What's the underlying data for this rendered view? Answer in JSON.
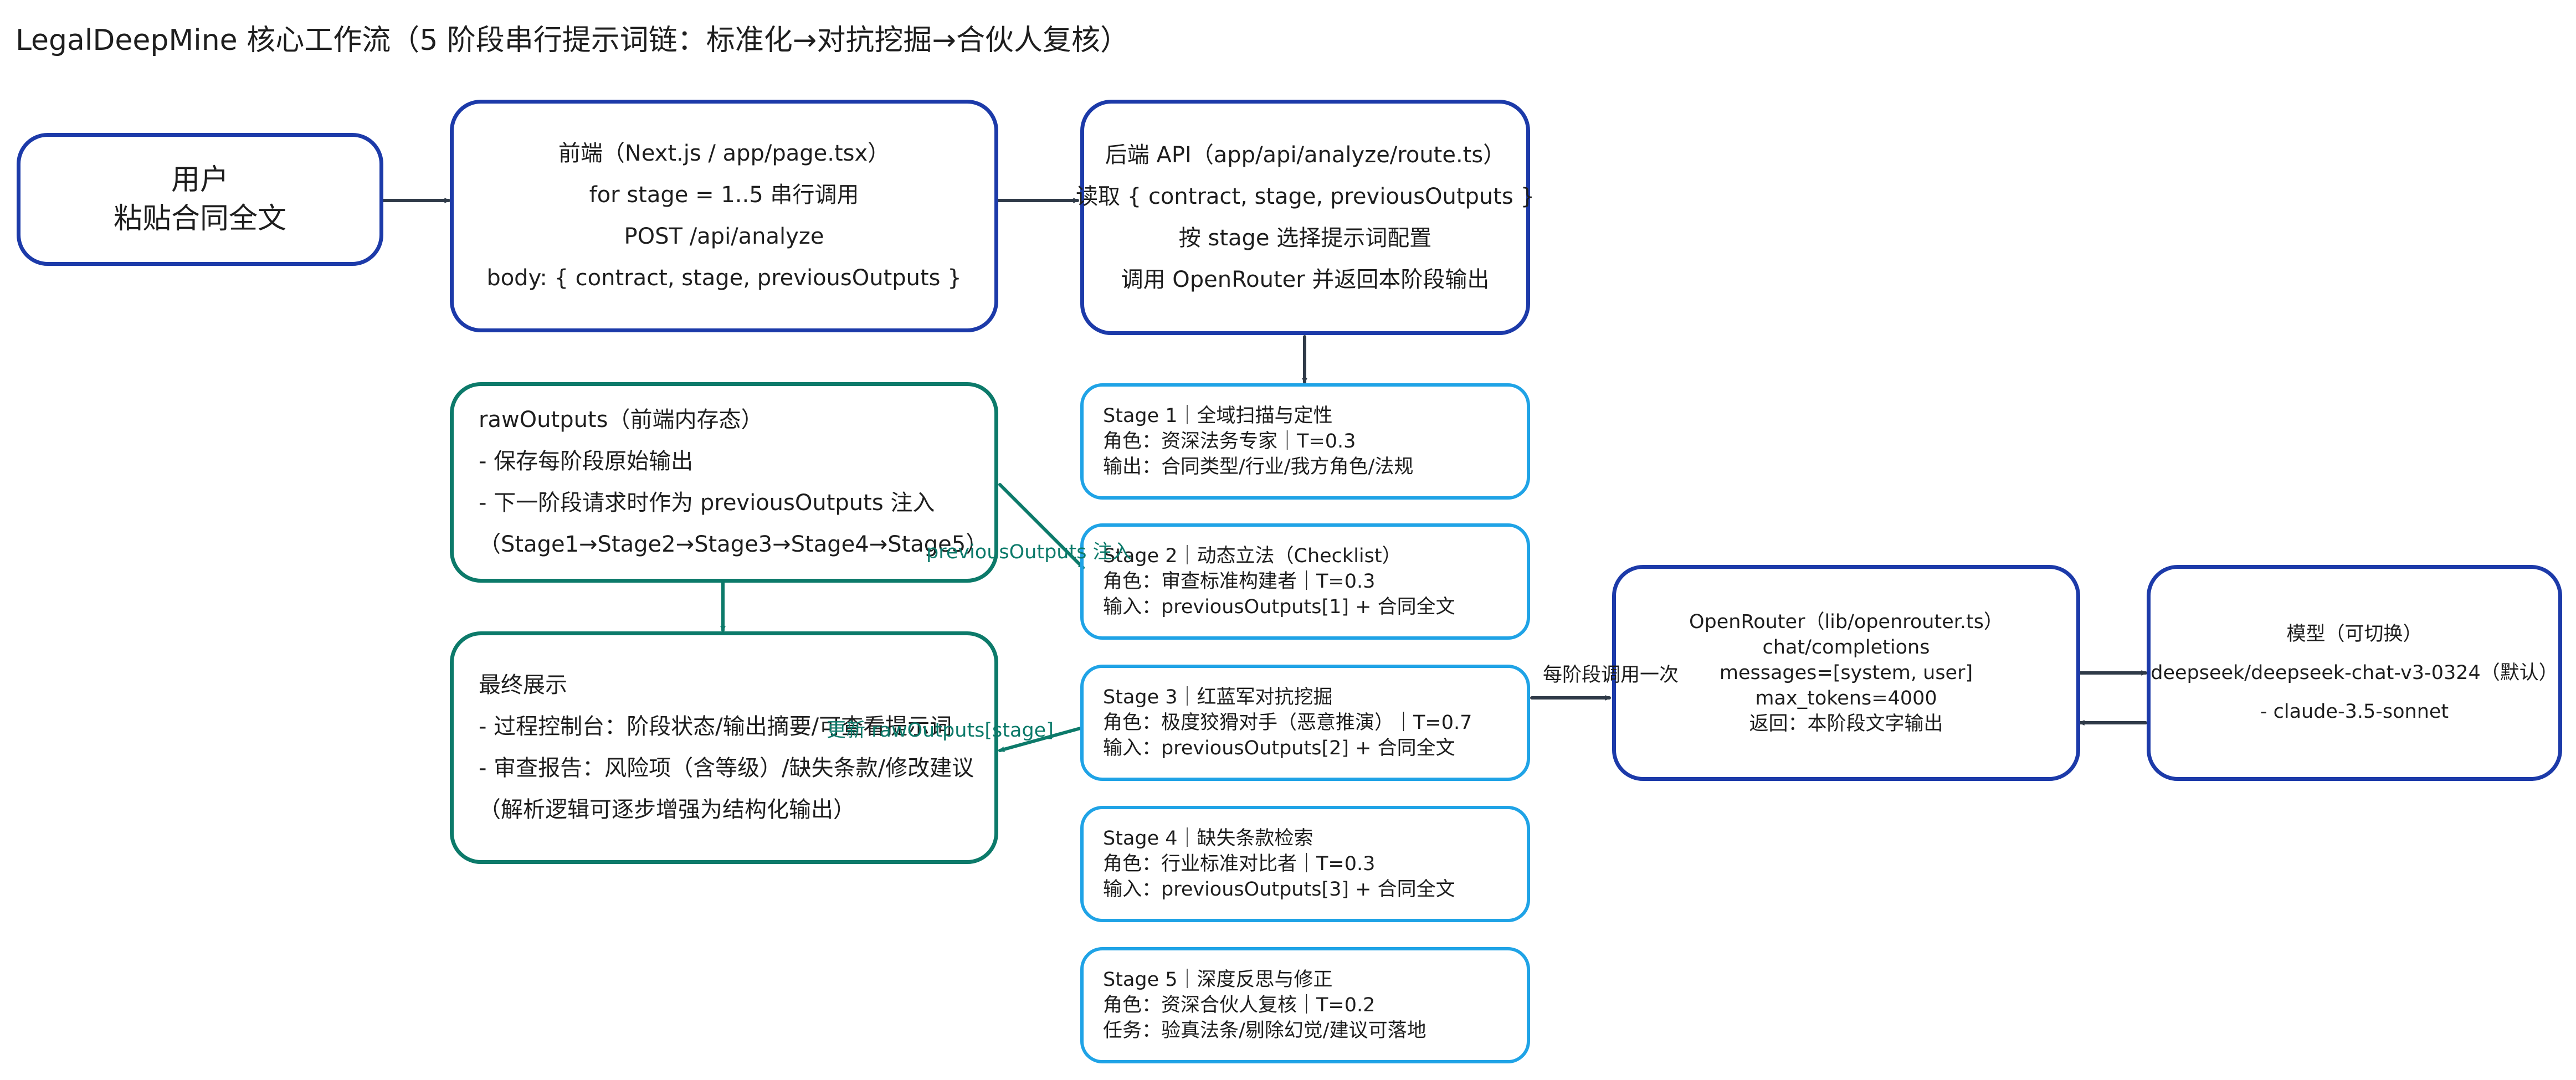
{
  "title": "LegalDeepMine 核心工作流（5 阶段串行提示词链：标准化→对抗挖掘→合伙人复核）",
  "nodes": {
    "user": [
      "用户",
      "粘贴合同全文"
    ],
    "frontend": [
      "前端（Next.js / app/page.tsx）",
      "for stage = 1..5 串行调用",
      "POST /api/analyze",
      "body: { contract, stage, previousOutputs }"
    ],
    "backend": [
      "后端 API（app/api/analyze/route.ts）",
      "读取 { contract, stage, previousOutputs }",
      "按 stage 选择提示词配置",
      "调用 OpenRouter 并返回本阶段输出"
    ],
    "raw_outputs": [
      "rawOutputs（前端内存态）",
      "- 保存每阶段原始输出",
      "- 下一阶段请求时作为 previousOutputs 注入",
      "（Stage1→Stage2→Stage3→Stage4→Stage5）"
    ],
    "final": [
      "最终展示",
      "- 过程控制台：阶段状态/输出摘要/可查看提示词",
      "- 审查报告：风险项（含等级）/缺失条款/修改建议",
      "（解析逻辑可逐步增强为结构化输出）"
    ],
    "stage1": [
      "Stage 1｜全域扫描与定性",
      "角色：资深法务专家｜T=0.3",
      "输出：合同类型/行业/我方角色/法规"
    ],
    "stage2": [
      "Stage 2｜动态立法（Checklist）",
      "角色：审查标准构建者｜T=0.3",
      "输入：previousOutputs[1] + 合同全文"
    ],
    "stage3": [
      "Stage 3｜红蓝军对抗挖掘",
      "角色：极度狡猾对手（恶意推演）｜T=0.7",
      "输入：previousOutputs[2] + 合同全文"
    ],
    "stage4": [
      "Stage 4｜缺失条款检索",
      "角色：行业标准对比者｜T=0.3",
      "输入：previousOutputs[3] + 合同全文"
    ],
    "stage5": [
      "Stage 5｜深度反思与修正",
      "角色：资深合伙人复核｜T=0.2",
      "任务：验真法条/剔除幻觉/建议可落地"
    ],
    "openrouter": [
      "OpenRouter（lib/openrouter.ts）",
      "chat/completions",
      "messages=[system, user]",
      "max_tokens=4000",
      "返回：本阶段文字输出"
    ],
    "model": [
      "模型（可切换）",
      "deepseek/deepseek-chat-v3-0324（默认）",
      "- claude-3.5-sonnet"
    ]
  },
  "edge_labels": {
    "inject": "previousOutputs 注入",
    "update": "更新 rawOutputs[stage]",
    "per_stage": "每阶段调用一次"
  },
  "colors": {
    "blue": "#1c3aa9",
    "teal": "#0c7a6a",
    "sky": "#1fa3e6",
    "arrow": "#2f3a48"
  }
}
